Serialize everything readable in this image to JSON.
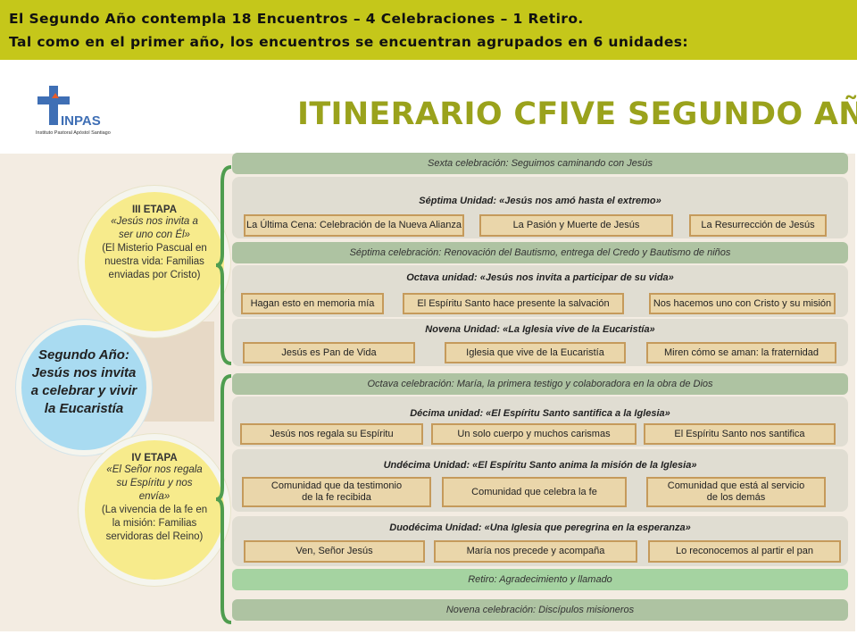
{
  "banner": {
    "line1": "El Segundo Año contempla 18 Encuentros – 4 Celebraciones – 1 Retiro.",
    "line2": "Tal como en el primer año, los encuentros se encuentran agrupados en 6 unidades:"
  },
  "logo": {
    "text": "INPAS",
    "caption": "Instituto Pastoral Apóstol Santiago"
  },
  "title": "ITINERARIO CFIVE SEGUNDO AÑO",
  "circles": {
    "etapa3": {
      "title": "III ETAPA",
      "quote": "«Jesús nos invita a ser uno con Él»",
      "desc": "(El Misterio Pascual en nuestra vida: Familias enviadas por Cristo)"
    },
    "center": {
      "text": "Segundo Año: Jesús nos invita a celebrar y vivir la Eucaristía"
    },
    "etapa4": {
      "title": "IV ETAPA",
      "quote": "«El Señor nos regala su Espíritu y nos envía»",
      "desc": "(La vivencia de la fe en la misión: Familias servidoras del Reino)"
    }
  },
  "rows": {
    "sexta": "Sexta celebración: Seguimos caminando con Jesús",
    "septima_unidad": "Séptima Unidad: «Jesús nos amó hasta el extremo»",
    "septima_boxes": [
      "La Última Cena: Celebración de la Nueva Alianza",
      "La Pasión y Muerte de Jesús",
      "La Resurrección de Jesús"
    ],
    "septima_celebracion": "Séptima celebración: Renovación del Bautismo, entrega del Credo y Bautismo de niños",
    "octava_unidad": "Octava unidad: «Jesús nos invita a participar de su vida»",
    "octava_boxes": [
      "Hagan esto en memoria mía",
      "El Espíritu Santo hace presente la salvación",
      "Nos hacemos uno con Cristo y su misión"
    ],
    "novena_unidad": "Novena Unidad: «La Iglesia vive de la Eucaristía»",
    "novena_boxes": [
      "Jesús es Pan de Vida",
      "Iglesia que vive de la Eucaristía",
      "Miren cómo se aman: la fraternidad"
    ],
    "octava_celebracion": "Octava celebración: María, la primera testigo y colaboradora en la obra de Dios",
    "decima_unidad": "Décima unidad: «El Espíritu Santo santifica a la Iglesia»",
    "decima_boxes": [
      "Jesús nos regala su Espíritu",
      "Un solo cuerpo y muchos carismas",
      "El Espíritu Santo nos santifica"
    ],
    "undecima_unidad": "Undécima Unidad: «El Espíritu Santo anima la misión de la Iglesia»",
    "undecima_boxes": [
      "Comunidad que da testimonio de la fe recibida",
      "Comunidad que celebra la fe",
      "Comunidad que está al servicio de los demás"
    ],
    "duodecima_unidad": "Duodécima Unidad: «Una Iglesia que peregrina en la esperanza»",
    "duodecima_boxes": [
      "Ven, Señor Jesús",
      "María nos precede y acompaña",
      "Lo reconocemos al partir el pan"
    ],
    "retiro": "Retiro: Agradecimiento y llamado",
    "novena_celebracion": "Novena celebración: Discípulos misioneros"
  },
  "colors": {
    "banner": "#c5c71a",
    "title": "#9aa21c",
    "green_header": "#aec3a2",
    "box_fill": "#ead6aa",
    "box_border": "#c59a5b",
    "brace": "#4f9d4f"
  }
}
